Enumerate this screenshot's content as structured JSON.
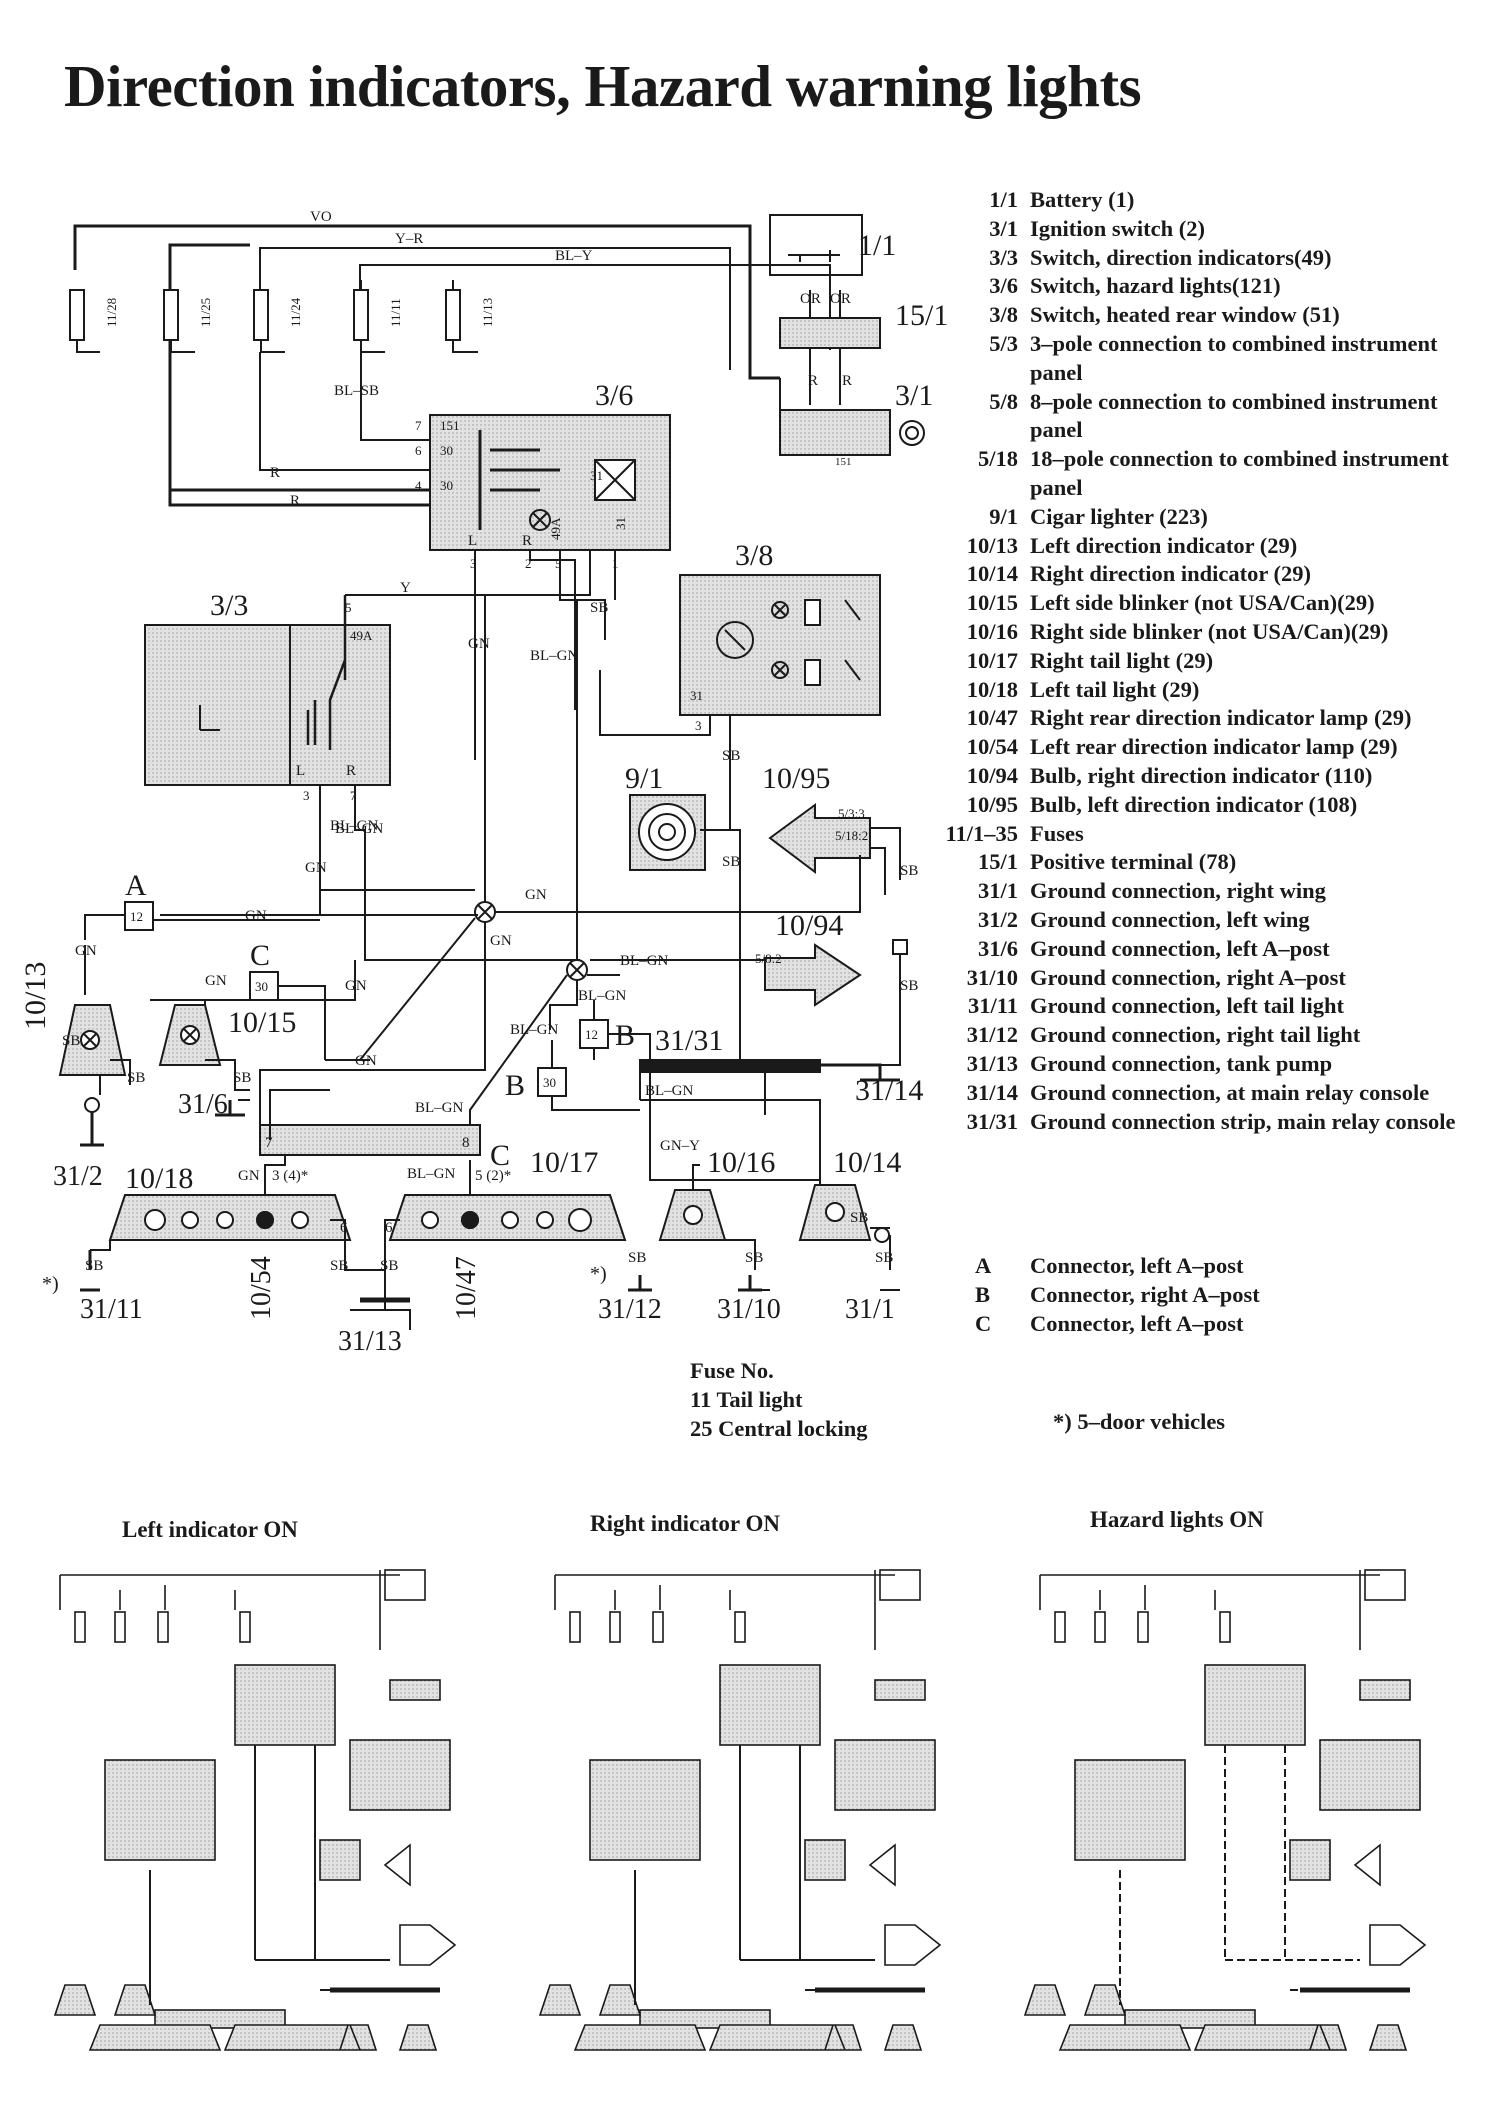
{
  "title": "Direction indicators, Hazard warning lights",
  "legend": [
    {
      "code": "1/1",
      "text": "Battery (1)"
    },
    {
      "code": "3/1",
      "text": "Ignition switch (2)"
    },
    {
      "code": "3/3",
      "text": "Switch, direction indicators(49)"
    },
    {
      "code": "3/6",
      "text": "Switch, hazard lights(121)"
    },
    {
      "code": "3/8",
      "text": "Switch, heated rear window (51)"
    },
    {
      "code": "5/3",
      "text": "3–pole connection to combined instrument panel"
    },
    {
      "code": "5/8",
      "text": "8–pole connection to combined instrument panel"
    },
    {
      "code": "5/18",
      "text": "18–pole connection to combined instrument panel"
    },
    {
      "code": "9/1",
      "text": "Cigar lighter (223)"
    },
    {
      "code": "10/13",
      "text": "Left direction indicator (29)"
    },
    {
      "code": "10/14",
      "text": "Right direction indicator (29)"
    },
    {
      "code": "10/15",
      "text": "Left side blinker (not USA/Can)(29)"
    },
    {
      "code": "10/16",
      "text": "Right side blinker (not USA/Can)(29)"
    },
    {
      "code": "10/17",
      "text": "Right tail light (29)"
    },
    {
      "code": "10/18",
      "text": "Left tail light (29)"
    },
    {
      "code": "10/47",
      "text": "Right rear direction indicator lamp (29)"
    },
    {
      "code": "10/54",
      "text": "Left rear direction indicator lamp (29)"
    },
    {
      "code": "10/94",
      "text": "Bulb, right direction indicator (110)"
    },
    {
      "code": "10/95",
      "text": "Bulb, left direction indicator (108)"
    },
    {
      "code": "11/1–35",
      "text": "Fuses"
    },
    {
      "code": "15/1",
      "text": "Positive terminal (78)"
    },
    {
      "code": "31/1",
      "text": "Ground connection, right wing"
    },
    {
      "code": "31/2",
      "text": "Ground connection, left wing"
    },
    {
      "code": "31/6",
      "text": "Ground connection, left A–post"
    },
    {
      "code": "31/10",
      "text": "Ground connection, right A–post"
    },
    {
      "code": "31/11",
      "text": "Ground connection, left tail light"
    },
    {
      "code": "31/12",
      "text": "Ground connection, right tail light"
    },
    {
      "code": "31/13",
      "text": "Ground connection, tank pump"
    },
    {
      "code": "31/14",
      "text": "Ground connection, at main relay console"
    },
    {
      "code": "31/31",
      "text": "Ground connection strip, main relay console"
    }
  ],
  "connectors": [
    {
      "code": "A",
      "text": "Connector, left A–post"
    },
    {
      "code": "B",
      "text": "Connector, right A–post"
    },
    {
      "code": "C",
      "text": "Connector, left A–post"
    }
  ],
  "fuse_notes": {
    "heading": "Fuse No.",
    "items": [
      "11 Tail light",
      "25 Central locking"
    ]
  },
  "footnote": "*)  5–door vehicles",
  "diagram": {
    "wires": {
      "vo": "VO",
      "yr": "Y–R",
      "bly": "BL–Y",
      "blsb": "BL–SB",
      "r": "R",
      "y": "Y",
      "gn": "GN",
      "blgn": "BL–GN",
      "sb": "SB",
      "or": "OR",
      "gny": "GN–Y",
      "l": "L"
    },
    "components": {
      "c11": "1/1",
      "c151": "15/1",
      "c31": "3/1",
      "c36": "3/6",
      "c33": "3/3",
      "c38": "3/8",
      "c91": "9/1",
      "c1095": "10/95",
      "c1094": "10/94",
      "c1013": "10/13",
      "c1015": "10/15",
      "c1018": "10/18",
      "c1017": "10/17",
      "c1016": "10/16",
      "c1014": "10/14",
      "c1054": "10/54",
      "c1047": "10/47",
      "g3131": "31/31",
      "g3114": "31/14",
      "g316": "31/6",
      "g312": "31/2",
      "g3111": "31/11",
      "g3113": "31/13",
      "g3112": "31/12",
      "g3110": "31/10",
      "g311": "31/1"
    },
    "fuses": [
      "11/28",
      "11/25",
      "11/24",
      "11/11",
      "11/13"
    ],
    "connectors": {
      "a": "A",
      "b1": "B",
      "b2": "B",
      "c1": "C",
      "c2": "C",
      "n12a": "12",
      "n12b": "12",
      "n30a": "30",
      "n30b": "30"
    },
    "pins": {
      "p151": "151",
      "p30": "30",
      "p7": "7",
      "p6": "6",
      "p4": "4",
      "p3": "3",
      "p2": "2",
      "p5": "5",
      "p1": "1",
      "p49a": "49A",
      "p31": "31",
      "p8": "8",
      "p31b": "31",
      "p3b": "3",
      "p5b": "5",
      "p7b": "7",
      "p3c": "3",
      "p533": "5/3:3",
      "p5182": "5/18:2",
      "p582": "5/8:2",
      "p34": "3 (4)*",
      "p52": "5 (2)*",
      "p6a": "6",
      "p6b": "6",
      "p151b": "151",
      "star": "*)"
    }
  },
  "panels": [
    {
      "title": "Left indicator ON"
    },
    {
      "title": "Right indicator ON"
    },
    {
      "title": "Hazard lights ON"
    }
  ]
}
